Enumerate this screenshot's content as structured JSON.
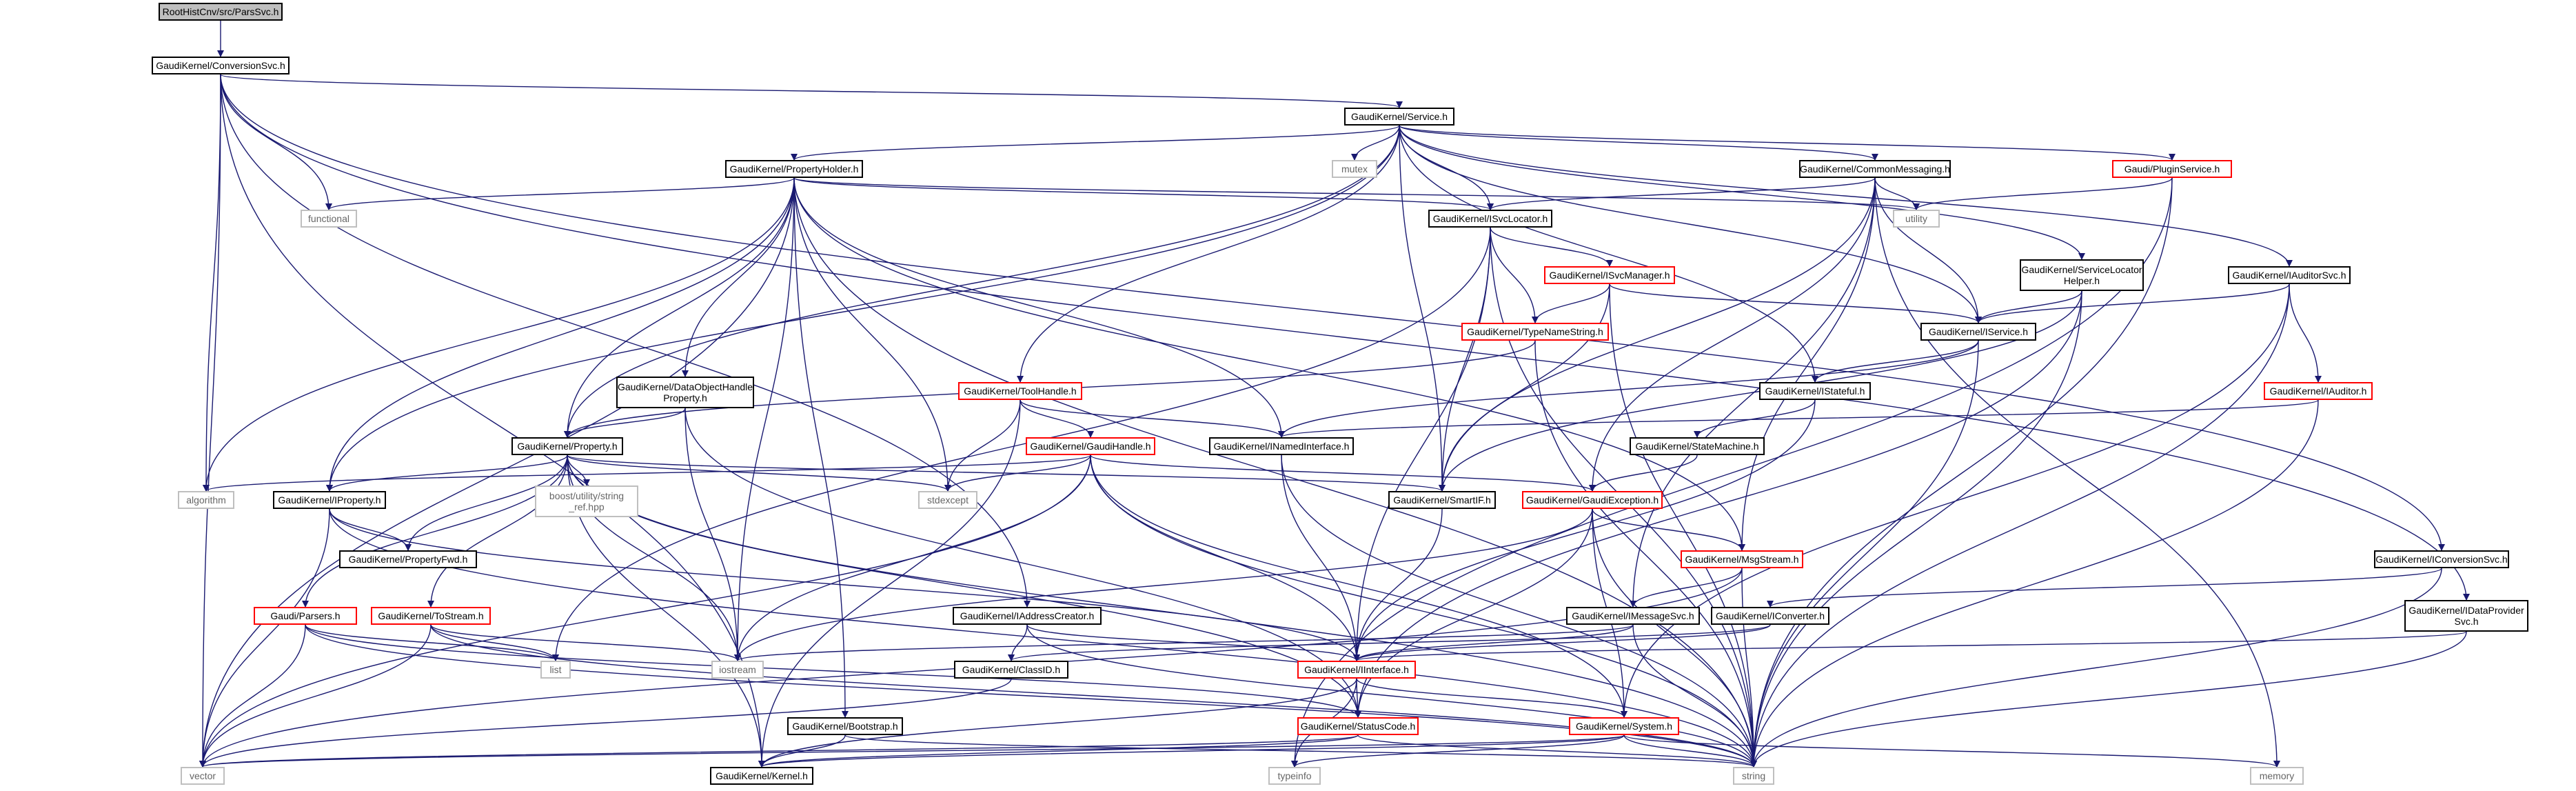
{
  "colors": {
    "edge": "#191970",
    "normal_border": "#000000",
    "missing_border": "#bfbfbf",
    "incomplete_border": "#ff0000",
    "root_fill": "#bfbfbf"
  },
  "nodes": {
    "n_pars": "RootHistCnv/src/ParsSvc.h",
    "n_conv": "GaudiKernel/ConversionSvc.h",
    "n_service": "GaudiKernel/Service.h",
    "n_propholder": "GaudiKernel/PropertyHolder.h",
    "n_mutex": "mutex",
    "n_commonmsg": "GaudiKernel/CommonMessaging.h",
    "n_pluginsvc": "Gaudi/PluginService.h",
    "n_functional": "functional",
    "n_isvcloc": "GaudiKernel/ISvcLocator.h",
    "n_utility": "utility",
    "n_isvcmgr": "GaudiKernel/ISvcManager.h",
    "n_svclochelper": "GaudiKernel/ServiceLocator\nHelper.h",
    "n_iauditorsvc": "GaudiKernel/IAuditorSvc.h",
    "n_typename": "GaudiKernel/TypeNameString.h",
    "n_iservice": "GaudiKernel/IService.h",
    "n_dohprop": "GaudiKernel/DataObjectHandle\nProperty.h",
    "n_toolhandle": "GaudiKernel/ToolHandle.h",
    "n_istateful": "GaudiKernel/IStateful.h",
    "n_iauditor": "GaudiKernel/IAuditor.h",
    "n_property": "GaudiKernel/Property.h",
    "n_gaudihandle": "GaudiKernel/GaudiHandle.h",
    "n_inamed": "GaudiKernel/INamedInterface.h",
    "n_statemachine": "GaudiKernel/StateMachine.h",
    "n_algorithm": "algorithm",
    "n_iproperty": "GaudiKernel/IProperty.h",
    "n_boostsr": "boost/utility/string\n_ref.hpp",
    "n_stdexcept": "stdexcept",
    "n_smartif": "GaudiKernel/SmartIF.h",
    "n_gexc": "GaudiKernel/GaudiException.h",
    "n_propfwd": "GaudiKernel/PropertyFwd.h",
    "n_msgstream": "GaudiKernel/MsgStream.h",
    "n_iconvsvc": "GaudiKernel/IConversionSvc.h",
    "n_parsers": "Gaudi/Parsers.h",
    "n_tostream": "GaudiKernel/ToStream.h",
    "n_iaddrcreator": "GaudiKernel/IAddressCreator.h",
    "n_imsgsvc": "GaudiKernel/IMessageSvc.h",
    "n_iconverter": "GaudiKernel/IConverter.h",
    "n_idataprov": "GaudiKernel/IDataProvider\nSvc.h",
    "n_list": "list",
    "n_iostream": "iostream",
    "n_classid": "GaudiKernel/ClassID.h",
    "n_iinterface": "GaudiKernel/IInterface.h",
    "n_bootstrap": "GaudiKernel/Bootstrap.h",
    "n_statuscode": "GaudiKernel/StatusCode.h",
    "n_system": "GaudiKernel/System.h",
    "n_vector": "vector",
    "n_kernel": "GaudiKernel/Kernel.h",
    "n_typeinfo": "typeinfo",
    "n_string": "string",
    "n_memory": "memory"
  }
}
